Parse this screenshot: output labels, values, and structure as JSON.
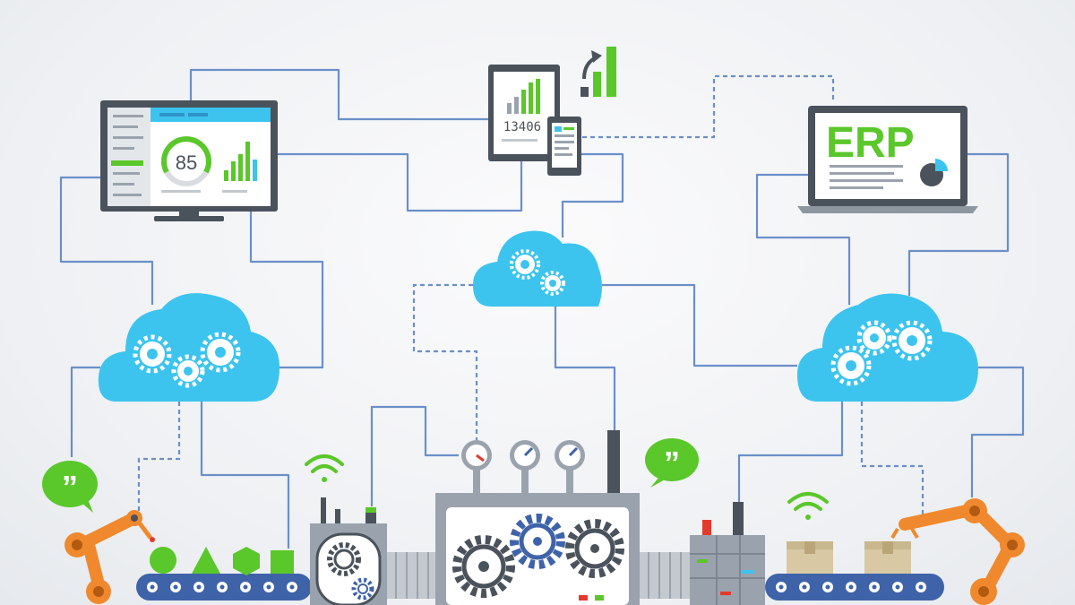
{
  "monitor": {
    "gauge_value": "85"
  },
  "tablet": {
    "counter": "13406"
  },
  "laptop": {
    "title": "ERP"
  },
  "colors": {
    "wire": "#6b8fc9",
    "cloud": "#3cc4ee",
    "green": "#5ac72a",
    "orange": "#f0892d",
    "dark": "#4a525c",
    "gray": "#9aa3ad",
    "belt": "#3f63a8"
  }
}
